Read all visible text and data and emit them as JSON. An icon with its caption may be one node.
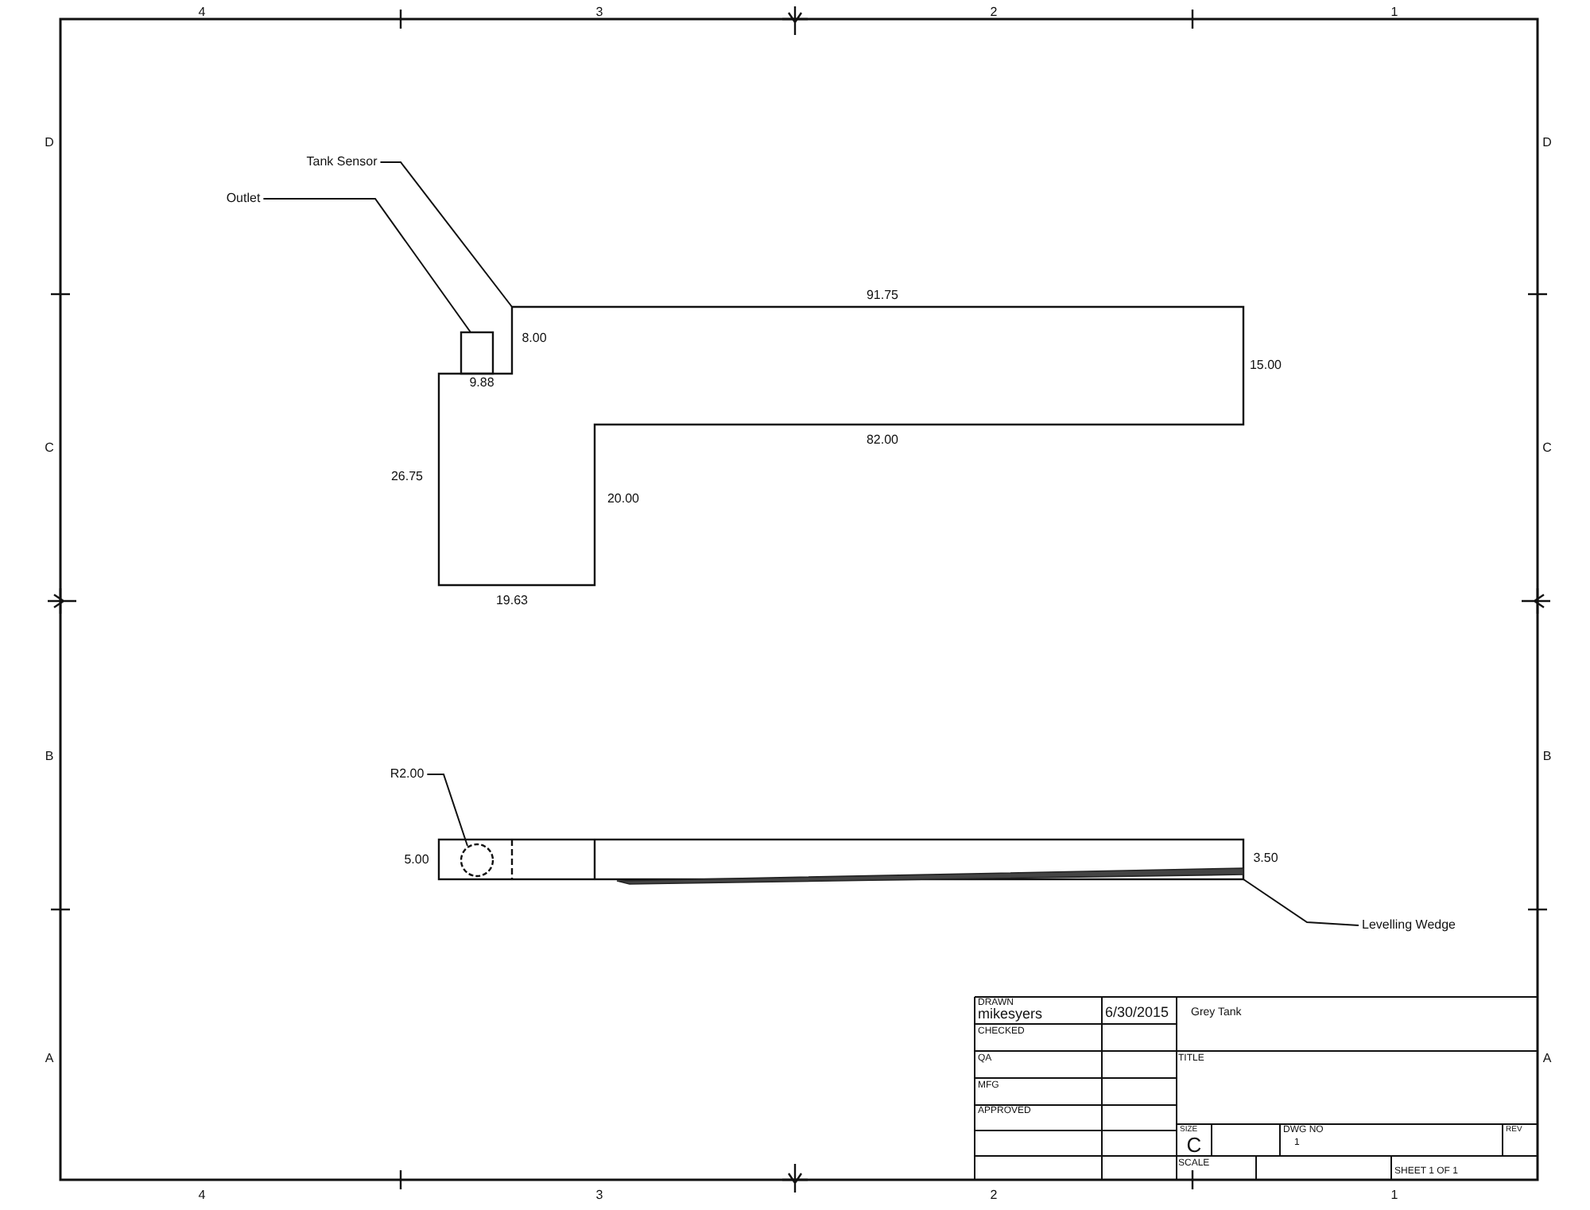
{
  "diagram": {
    "nodes": [
      {
        "text": [
          "Tank Sensor"
        ]
      },
      {
        "text": [
          "Outlet"
        ]
      },
      {
        "text": [
          "R2.00"
        ]
      },
      {
        "text": [
          "Levelling Wedge"
        ]
      },
      {
        "text": [],
        "shape": "picture"
      },
      {
        "text": [],
        "shape": "box"
      },
      {
        "text": [],
        "shape": "circle"
      },
      {
        "text": [],
        "shape": "bar"
      }
    ],
    "edges": [
      {
        "from": 0,
        "to": 4,
        "arrow": "none"
      },
      {
        "from": 1,
        "to": 5,
        "arrow": "none"
      },
      {
        "from": 2,
        "to": 6,
        "arrow": "none"
      },
      {
        "from": 3,
        "to": 7,
        "arrow": "none"
      }
    ],
    "labels": [
      "4",
      "3",
      "2",
      "1",
      "D",
      "D",
      "91.75",
      "8.00",
      "15.00",
      "9.88",
      "C",
      "C",
      "82.00",
      "26.75",
      "20.00",
      "19.63",
      "B",
      "B",
      "5.00",
      "3.50",
      "DRAWN",
      "mikesyers",
      "6/30/2015",
      "Grey Tank",
      "CHECKED",
      "A",
      "QA",
      "TITLE",
      "A",
      "MFG",
      "APPROVED",
      "SIZE",
      "DWG NO",
      "REV",
      "C",
      "1",
      "SCALE",
      "SHEET 1 OF 1",
      "4",
      "3",
      "2",
      "1"
    ]
  }
}
